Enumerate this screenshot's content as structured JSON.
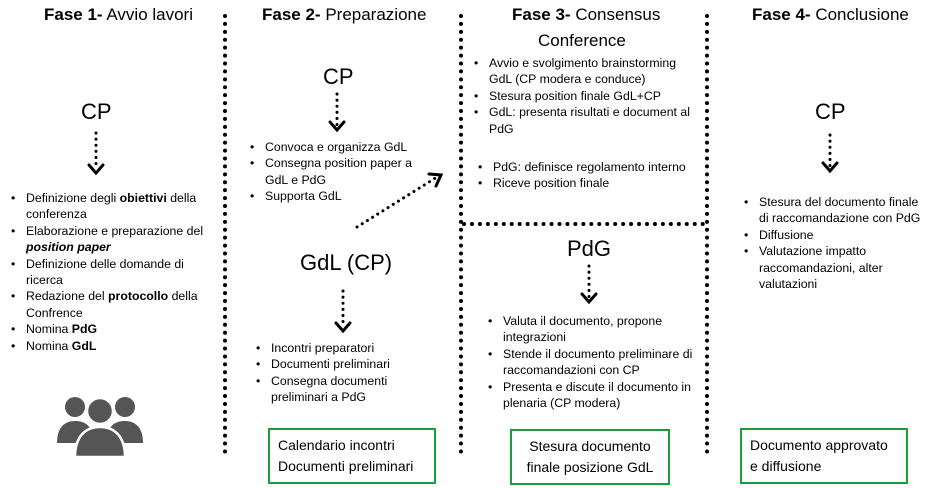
{
  "phases": [
    {
      "bold": "Fase 1-",
      "rest": " Avvio lavori"
    },
    {
      "bold": "Fase 2-",
      "rest": " Preparazione"
    },
    {
      "bold": "Fase 3-",
      "rest": " Consensus"
    },
    {
      "bold": "Fase 4-",
      "rest": " Conclusione"
    }
  ],
  "phase3_subtitle": "Conference",
  "col1": {
    "actor": "CP",
    "items": [
      {
        "pre": "Definizione degli ",
        "strong": "obiettivi",
        "post": " della conferenza"
      },
      {
        "pre": "Elaborazione e preparazione del ",
        "strong": "position paper",
        "post": ""
      },
      {
        "pre": "Definizione delle domande di ricerca",
        "strong": "",
        "post": ""
      },
      {
        "pre": "Redazione del ",
        "strong": "protocollo",
        "post": " della Confrence"
      },
      {
        "pre": "Nomina ",
        "strong": "PdG",
        "post": ""
      },
      {
        "pre": "Nomina ",
        "strong": "GdL",
        "post": ""
      }
    ]
  },
  "col2": {
    "actor_top": "CP",
    "items_top": [
      "Convoca e organizza GdL",
      "Consegna position paper a GdL e PdG",
      "Supporta GdL"
    ],
    "actor_bottom": "GdL (CP)",
    "items_bottom": [
      "Incontri preparatori",
      "Documenti preliminari",
      "Consegna documenti preliminari a PdG"
    ],
    "box": [
      "Calendario incontri",
      "Documenti preliminari"
    ]
  },
  "col3": {
    "items_top_a": [
      "Avvio e svolgimento brainstorming GdL (CP modera e conduce)",
      "Stesura position finale GdL+CP",
      "GdL: presenta risultati e document al PdG"
    ],
    "items_top_b": [
      "PdG: definisce regolamento interno",
      "Riceve position finale"
    ],
    "actor": "PdG",
    "items_bottom": [
      "Valuta il documento, propone integrazioni",
      "Stende il documento preliminare di raccomandazioni con CP",
      "Presenta e discute il documento in plenaria (CP modera)"
    ],
    "box": [
      "Stesura documento",
      "finale posizione GdL"
    ]
  },
  "col4": {
    "actor": "CP",
    "items": [
      "Stesura del documento finale di raccomandazione con PdG",
      "Diffusione",
      "Valutazione impatto raccomandazioni, alter valutazioni"
    ],
    "box": [
      "Documento approvato",
      "e diffusione"
    ]
  },
  "colors": {
    "box_border": "#1e9b3c",
    "icon": "#555555"
  },
  "icons": [
    "dotted-down-arrow",
    "dotted-diagonal-arrow",
    "people-group-icon"
  ]
}
